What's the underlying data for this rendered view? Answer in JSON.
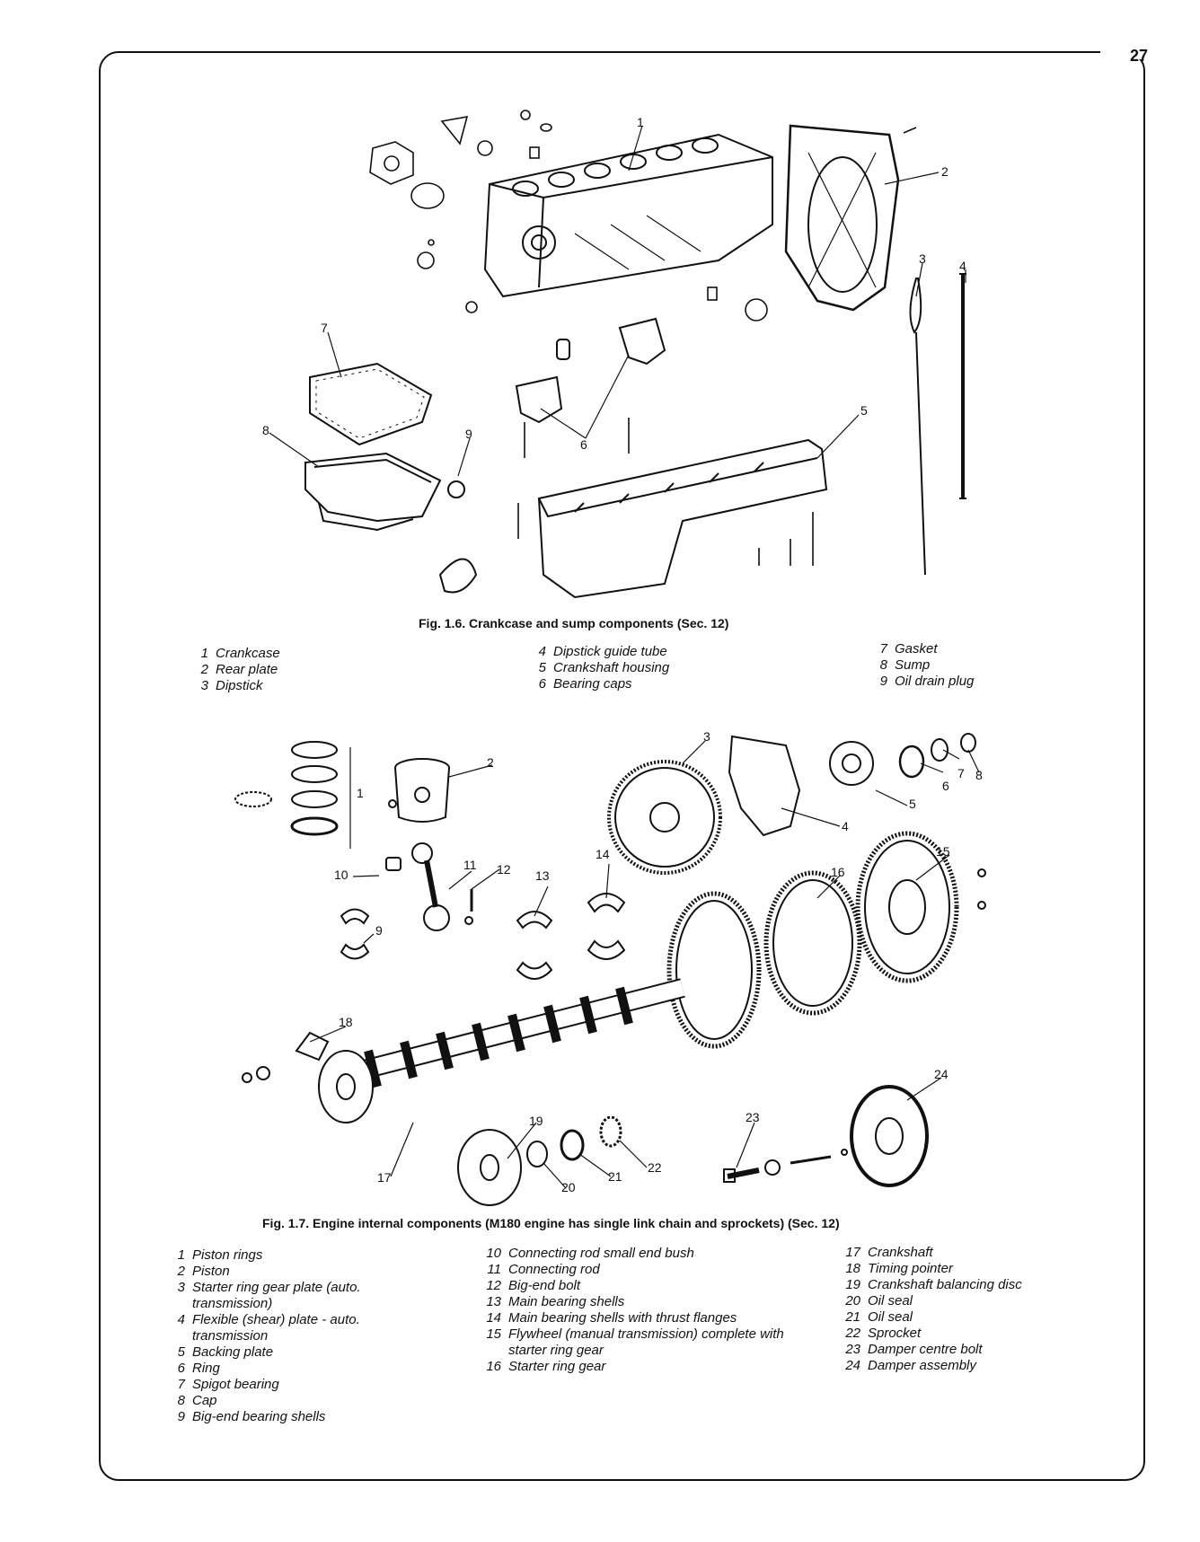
{
  "page_number": "27",
  "fig16": {
    "caption": "Fig. 1.6. Crankcase and sump components (Sec. 12)",
    "callouts": [
      "1",
      "2",
      "3",
      "4",
      "5",
      "6",
      "7",
      "8",
      "9"
    ],
    "legend": [
      [
        {
          "n": "1",
          "t": "Crankcase"
        },
        {
          "n": "2",
          "t": "Rear plate"
        },
        {
          "n": "3",
          "t": "Dipstick"
        }
      ],
      [
        {
          "n": "4",
          "t": "Dipstick guide tube"
        },
        {
          "n": "5",
          "t": "Crankshaft housing"
        },
        {
          "n": "6",
          "t": "Bearing caps"
        }
      ],
      [
        {
          "n": "7",
          "t": "Gasket"
        },
        {
          "n": "8",
          "t": "Sump"
        },
        {
          "n": "9",
          "t": "Oil drain plug"
        }
      ]
    ]
  },
  "fig17": {
    "caption": "Fig. 1.7. Engine internal components (M180 engine has single link chain and sprockets) (Sec. 12)",
    "callouts": [
      "1",
      "2",
      "3",
      "4",
      "5",
      "6",
      "7",
      "8",
      "9",
      "10",
      "11",
      "12",
      "13",
      "14",
      "15",
      "16",
      "17",
      "18",
      "19",
      "20",
      "21",
      "22",
      "23",
      "24"
    ],
    "legend": [
      [
        {
          "n": "1",
          "t": "Piston rings"
        },
        {
          "n": "2",
          "t": "Piston"
        },
        {
          "n": "3",
          "t": "Starter ring gear plate (auto. transmission)"
        },
        {
          "n": "4",
          "t": "Flexible (shear) plate - auto. transmission"
        },
        {
          "n": "5",
          "t": "Backing plate"
        },
        {
          "n": "6",
          "t": "Ring"
        },
        {
          "n": "7",
          "t": "Spigot bearing"
        },
        {
          "n": "8",
          "t": "Cap"
        },
        {
          "n": "9",
          "t": "Big-end bearing shells"
        }
      ],
      [
        {
          "n": "10",
          "t": "Connecting rod small end bush"
        },
        {
          "n": "11",
          "t": "Connecting rod"
        },
        {
          "n": "12",
          "t": "Big-end bolt"
        },
        {
          "n": "13",
          "t": "Main bearing shells"
        },
        {
          "n": "14",
          "t": "Main bearing shells with thrust flanges"
        },
        {
          "n": "15",
          "t": "Flywheel (manual transmission) complete with starter ring gear"
        },
        {
          "n": "16",
          "t": "Starter ring gear"
        }
      ],
      [
        {
          "n": "17",
          "t": "Crankshaft"
        },
        {
          "n": "18",
          "t": "Timing pointer"
        },
        {
          "n": "19",
          "t": "Crankshaft balancing disc"
        },
        {
          "n": "20",
          "t": "Oil seal"
        },
        {
          "n": "21",
          "t": "Oil seal"
        },
        {
          "n": "22",
          "t": "Sprocket"
        },
        {
          "n": "23",
          "t": "Damper centre bolt"
        },
        {
          "n": "24",
          "t": "Damper assembly"
        }
      ]
    ]
  }
}
